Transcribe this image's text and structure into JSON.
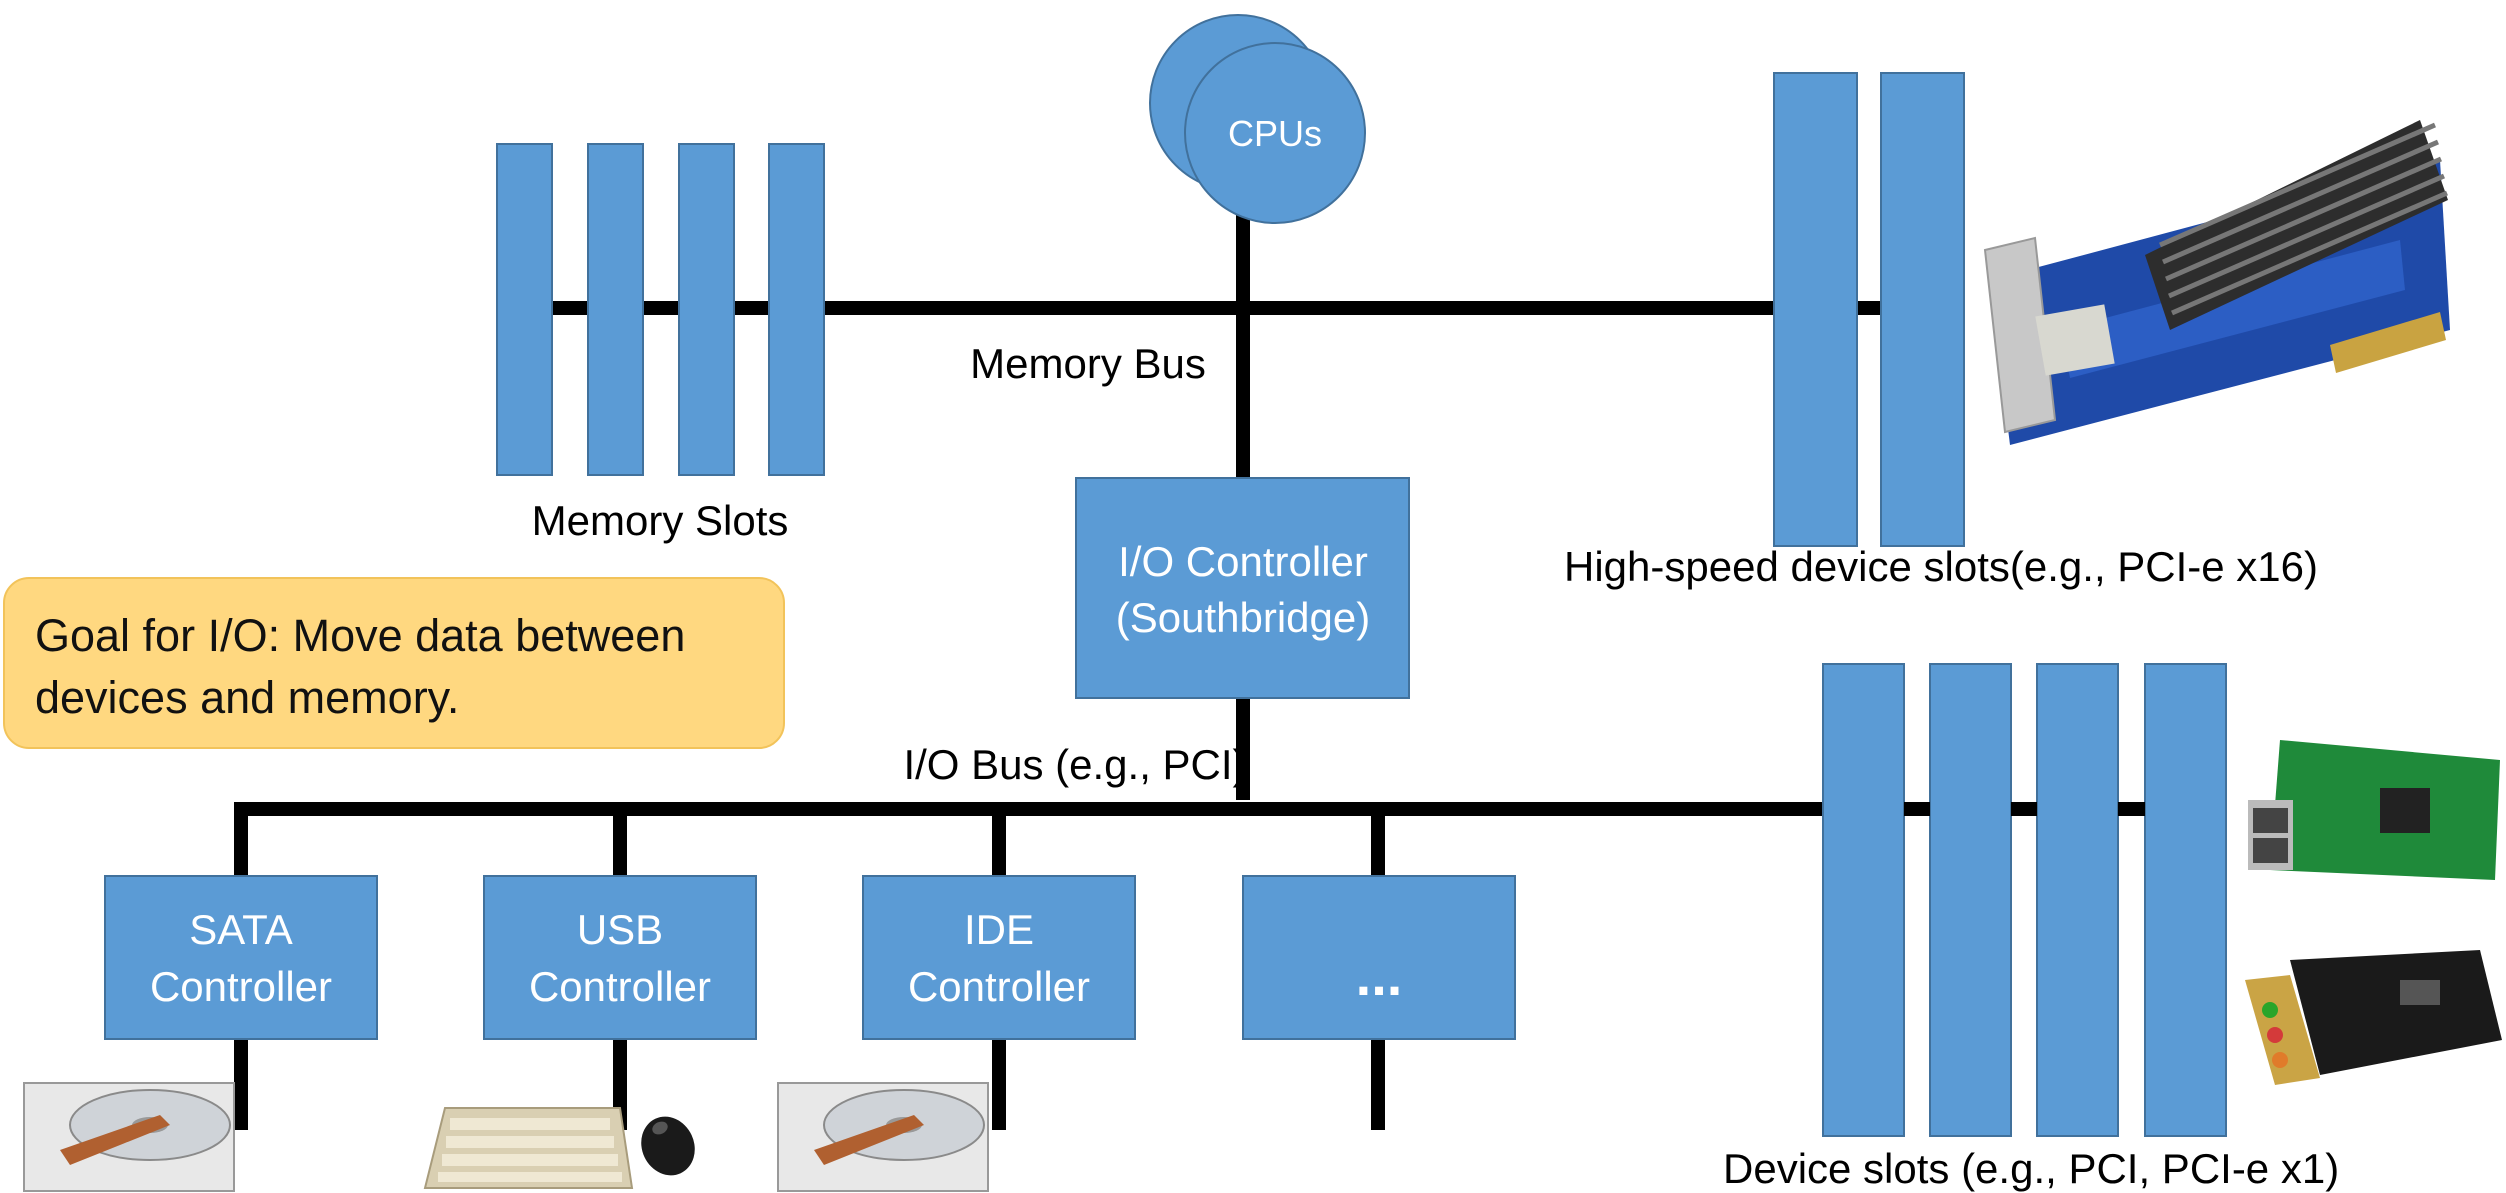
{
  "colors": {
    "component_fill": "#5B9BD5",
    "component_stroke": "#41719C",
    "bus": "#000000",
    "goal_fill": "#FFD880"
  },
  "labels": {
    "cpus": "CPUs",
    "memory_bus": "Memory Bus",
    "memory_slots": "Memory Slots",
    "io_controller_line1": "I/O Controller",
    "io_controller_line2": "(Southbridge)",
    "high_speed_slots": "High-speed device slots(e.g., PCI-e x16)",
    "io_bus": "I/O Bus (e.g., PCI)",
    "device_slots": "Device slots (e.g., PCI, PCI-e x1)",
    "goal": "Goal for I/O: Move data between devices and memory."
  },
  "controllers": [
    {
      "line1": "SATA",
      "line2": "Controller"
    },
    {
      "line1": "USB",
      "line2": "Controller"
    },
    {
      "line1": "IDE",
      "line2": "Controller"
    },
    {
      "line1": "...",
      "line2": ""
    }
  ],
  "pictures": [
    {
      "name": "graphics-card-image",
      "depicts": "PCI-e graphics card"
    },
    {
      "name": "network-card-image",
      "depicts": "PCI-e network card"
    },
    {
      "name": "sound-card-image",
      "depicts": "PCI sound card"
    },
    {
      "name": "hard-drive-image",
      "depicts": "hard disk drive"
    },
    {
      "name": "keyboard-image",
      "depicts": "keyboard"
    },
    {
      "name": "mouse-image",
      "depicts": "mouse"
    },
    {
      "name": "hard-drive-image-2",
      "depicts": "hard disk drive"
    }
  ]
}
